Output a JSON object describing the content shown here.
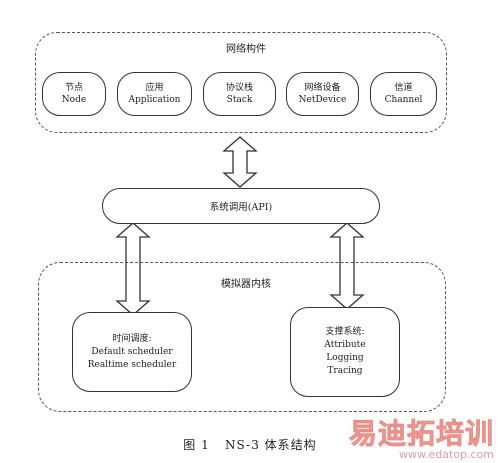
{
  "network_components": {
    "title": "网络构件",
    "items": [
      {
        "zh": "节点",
        "en": "Node"
      },
      {
        "zh": "应用",
        "en": "Application"
      },
      {
        "zh": "协议栈",
        "en": "Stack"
      },
      {
        "zh": "网络设备",
        "en": "NetDevice"
      },
      {
        "zh": "信道",
        "en": "Channel"
      }
    ]
  },
  "api": {
    "label": "系统调用(API)"
  },
  "kernel": {
    "title": "模拟器内核",
    "scheduler": {
      "title": "时间调度:",
      "lines": [
        "Default scheduler",
        "Realtime scheduler"
      ]
    },
    "support": {
      "title": "支撑系统:",
      "lines": [
        "Attribute",
        "Logging",
        "Tracing"
      ]
    }
  },
  "caption": {
    "prefix": "图 1",
    "text": "NS-3 体系结构"
  },
  "watermark": {
    "text": "易迪拓培训",
    "url": "www.edatop.com"
  }
}
